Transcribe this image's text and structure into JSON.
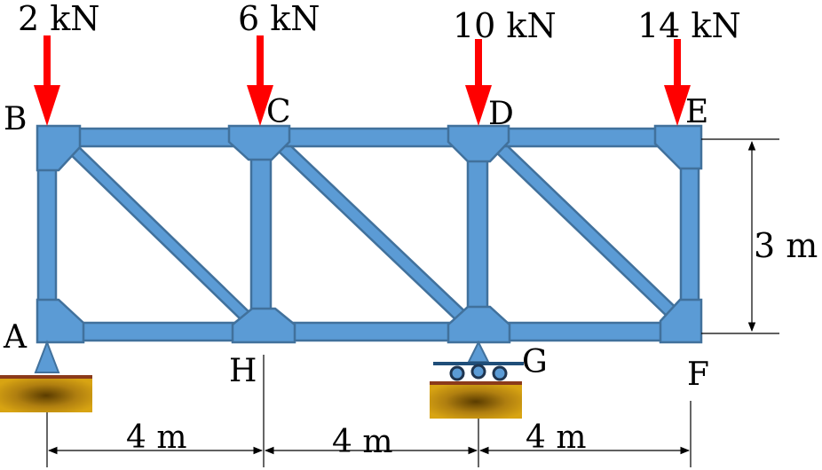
{
  "loads": [
    {
      "label": "2 kN"
    },
    {
      "label": "6 kN"
    },
    {
      "label": "10 kN"
    },
    {
      "label": "14 kN"
    }
  ],
  "joints": {
    "A": "A",
    "B": "B",
    "C": "C",
    "D": "D",
    "E": "E",
    "F": "F",
    "G": "G",
    "H": "H"
  },
  "dimensions": {
    "height": "3 m",
    "span_1": "4 m",
    "span_2": "4 m",
    "span_3": "4 m"
  },
  "colors": {
    "member_fill": "#5b9bd5",
    "member_stroke": "#41719c",
    "load_arrow": "#ff0000",
    "support_triangle": "#5b9bd5",
    "ground_block": "#c8960c",
    "ground_line": "#8b3a1a"
  }
}
